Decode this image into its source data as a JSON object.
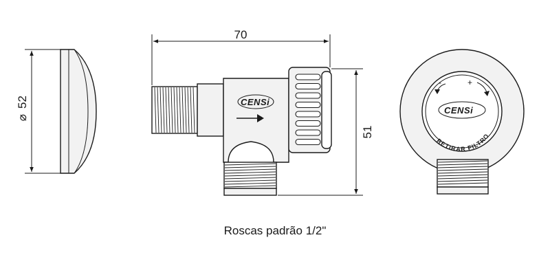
{
  "dimensions": {
    "diameter_symbol": "⌀",
    "diameter_value": "52",
    "width_value": "70",
    "height_value": "51"
  },
  "brand": {
    "logo_text": "CENSi"
  },
  "knob": {
    "label": "RETIRAR FILTRO",
    "minus_symbol": "-",
    "plus_symbol": "+"
  },
  "caption": "Roscas padrão 1/2\""
}
